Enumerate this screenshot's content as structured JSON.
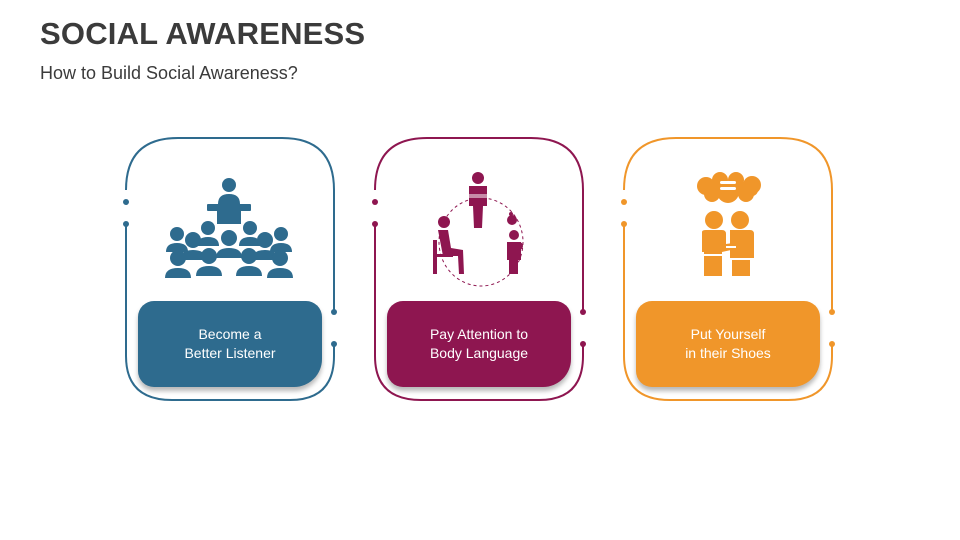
{
  "header": {
    "title": "SOCIAL AWARENESS",
    "subtitle": "How to Build Social Awareness?"
  },
  "cards": [
    {
      "line1": "Become a",
      "line2": "Better Listener",
      "color": "#2e6b8e",
      "icon": "audience-speaker-icon"
    },
    {
      "line1": "Pay Attention to",
      "line2": "Body Language",
      "color": "#8e1650",
      "icon": "body-language-icon"
    },
    {
      "line1": "Put Yourself",
      "line2": "in their Shoes",
      "color": "#f0962a",
      "icon": "empathy-icon"
    }
  ]
}
